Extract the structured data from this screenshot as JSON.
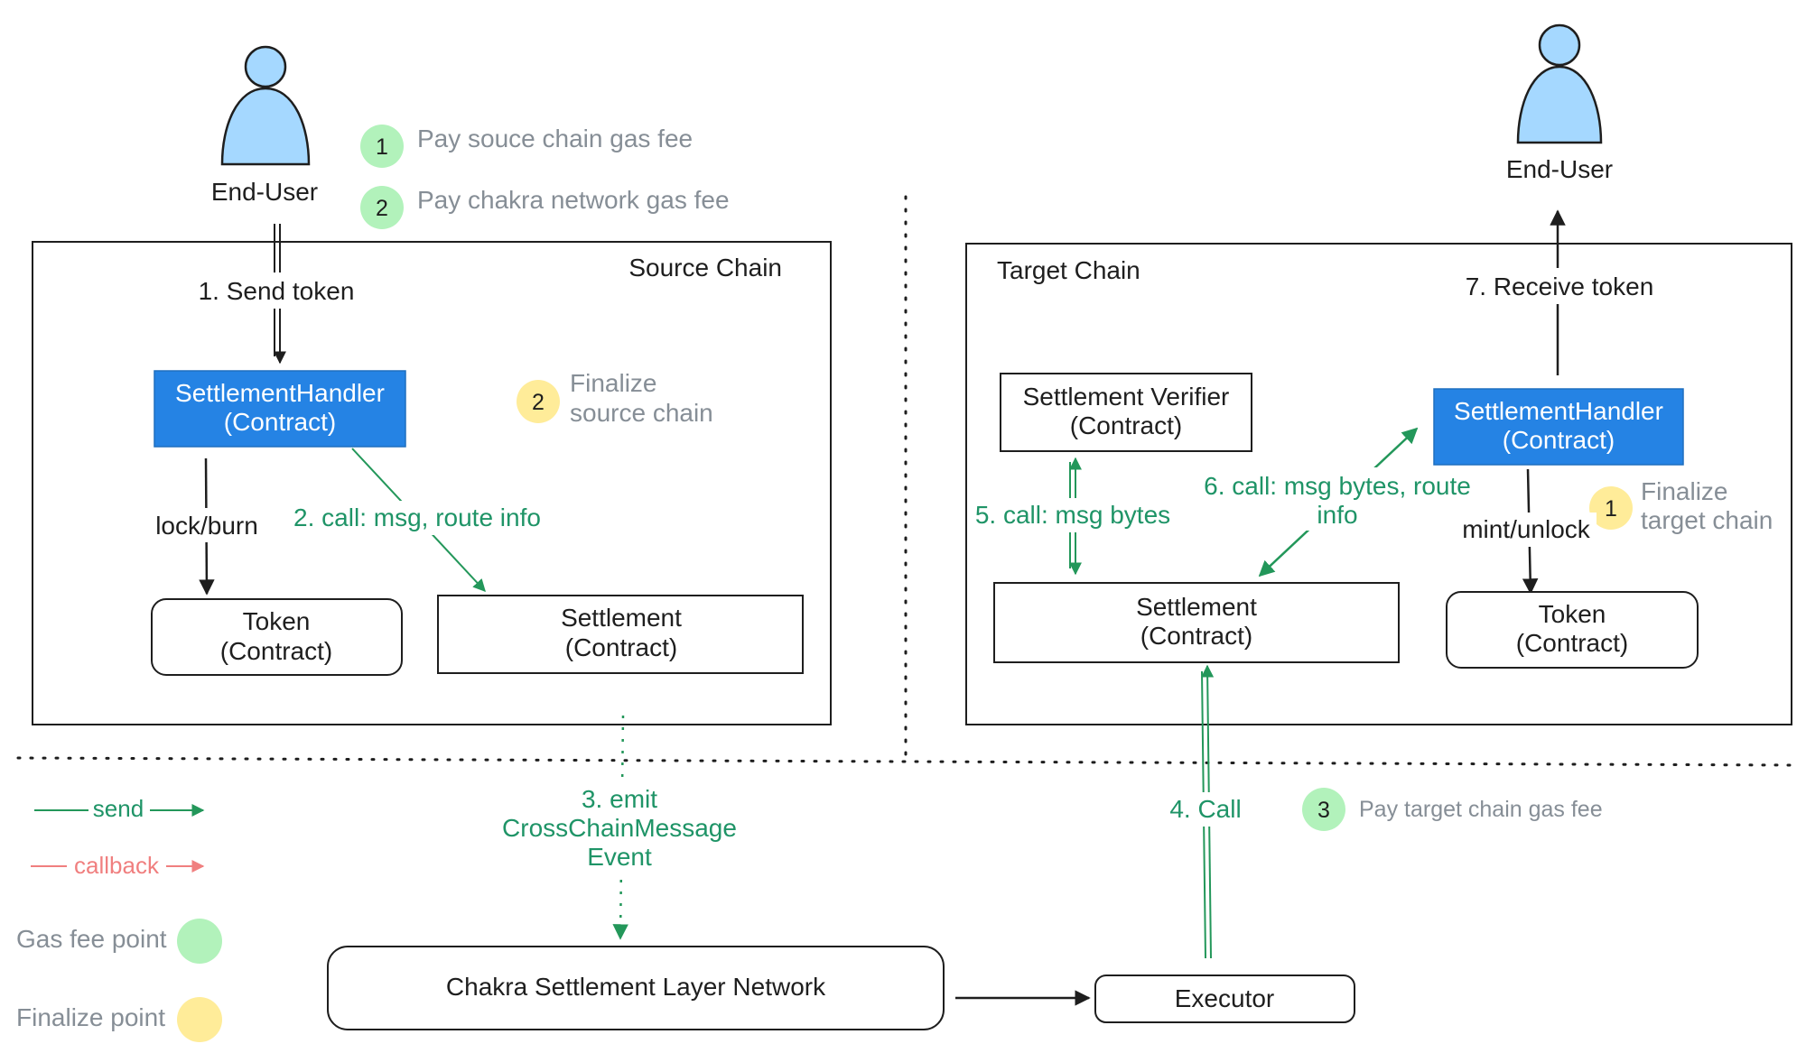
{
  "users": {
    "source_label": "End-User",
    "target_label": "End-User"
  },
  "gas_notes": {
    "note1_num": "1",
    "note1_text": "Pay souce chain gas fee",
    "note2_num": "2",
    "note2_text": "Pay chakra network gas fee",
    "note3_num": "3",
    "note3_text": "Pay target chain gas fee"
  },
  "source_chain": {
    "title": "Source Chain",
    "send_token": "1. Send token",
    "handler_line1": "SettlementHandler",
    "handler_line2": "(Contract)",
    "finalize_num": "2",
    "finalize_line1": "Finalize",
    "finalize_line2": "source chain",
    "lock_burn": "lock/burn",
    "call_label": "2. call: msg, route info",
    "token_line1": "Token",
    "token_line2": "(Contract)",
    "settlement_line1": "Settlement",
    "settlement_line2": "(Contract)"
  },
  "target_chain": {
    "title": "Target Chain",
    "receive_token": "7. Receive token",
    "verifier_line1": "Settlement Verifier",
    "verifier_line2": "(Contract)",
    "handler_line1": "SettlementHandler",
    "handler_line2": "(Contract)",
    "call5": "5. call: msg bytes",
    "call6_line1": "6. call: msg bytes, route",
    "call6_line2": "info",
    "finalize_num": "1",
    "finalize_line1": "Finalize",
    "finalize_line2": "target  chain",
    "mint_unlock": "mint/unlock",
    "settlement_line1": "Settlement",
    "settlement_line2": "(Contract)",
    "token_line1": "Token",
    "token_line2": "(Contract)"
  },
  "network": {
    "emit_line1": "3. emit",
    "emit_line2": "CrossChainMessage",
    "emit_line3": "Event",
    "call4": "4. Call",
    "chakra_label": "Chakra Settlement Layer Network",
    "executor_label": "Executor"
  },
  "legend": {
    "send": "send",
    "callback": "callback",
    "gas_fee_point": "Gas fee point",
    "finalize_point": "Finalize point"
  },
  "colors": {
    "green_text": "#1f9467",
    "green_arrow": "#23975a",
    "red_arrow": "#f07f7f",
    "handler_blue": "#2583e4",
    "user_blue": "#a5d8ff",
    "gas_green": "#b2f2bb",
    "finalize_yellow": "#ffec99",
    "gray_text": "#868e96"
  }
}
